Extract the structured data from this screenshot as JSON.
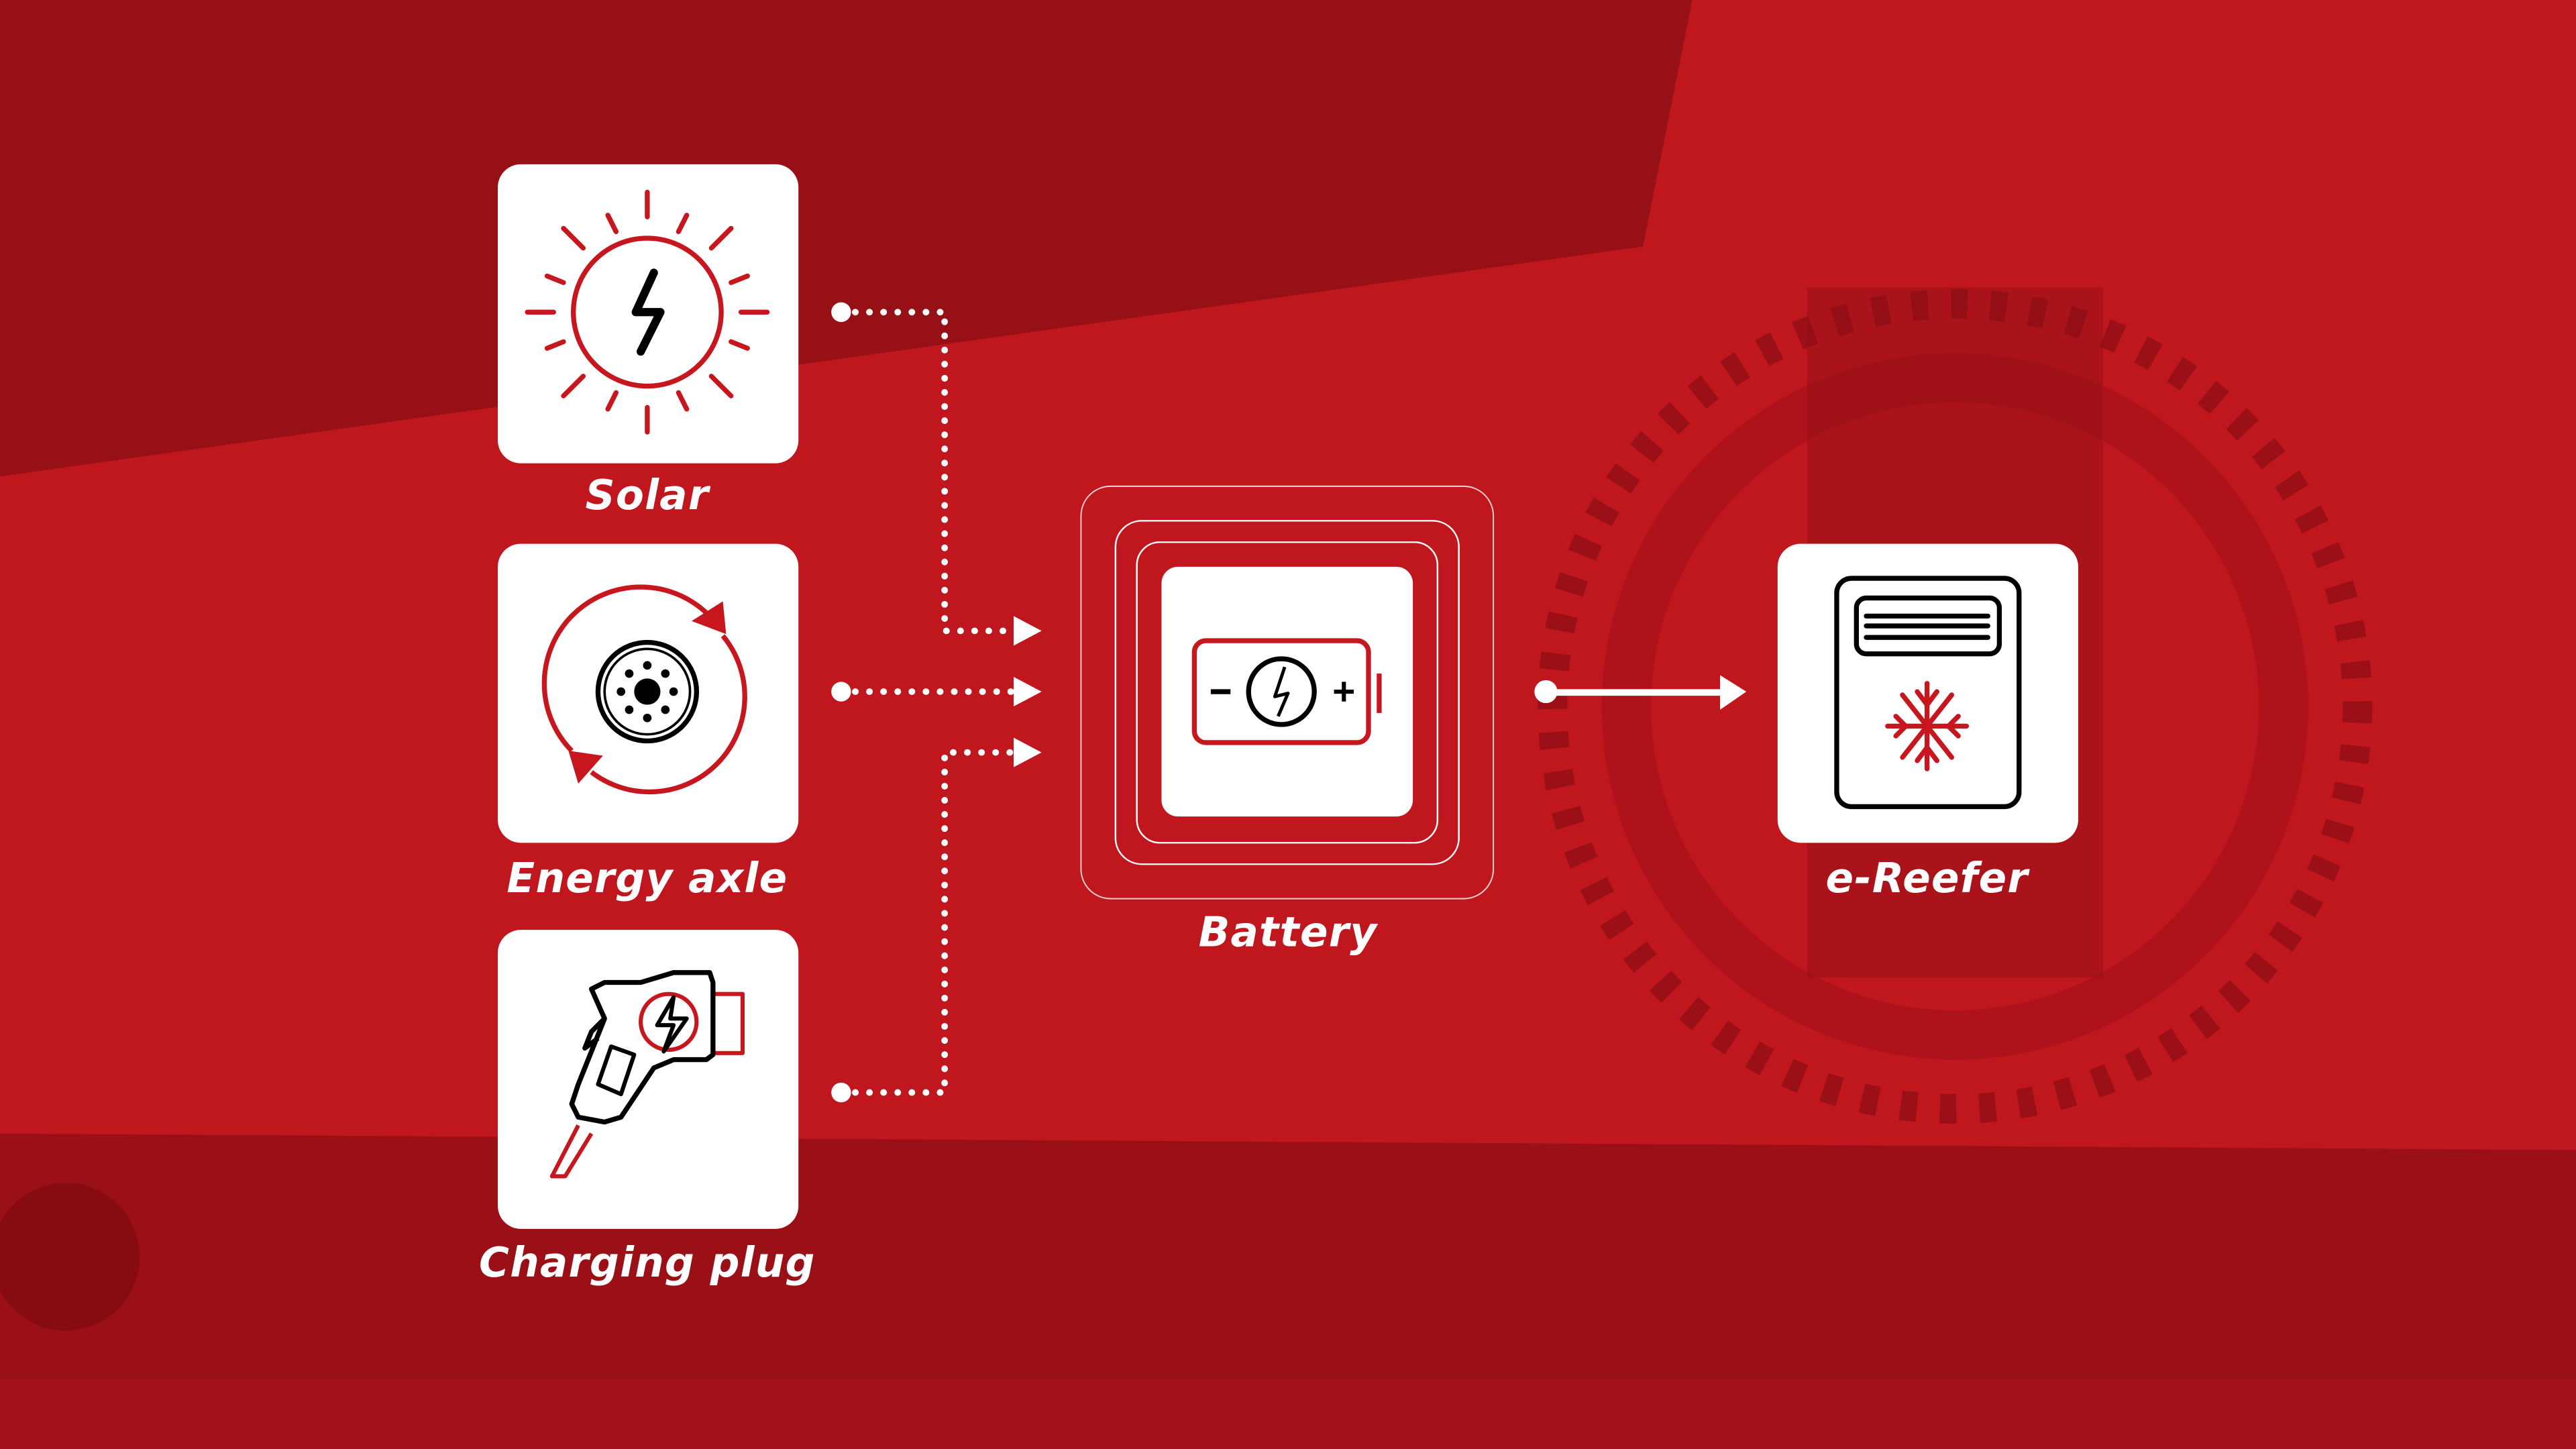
{
  "colors": {
    "background": "#c0161e",
    "dark": "#8f0f14",
    "accent": "#c8161e",
    "card": "#ffffff",
    "ink": "#000000"
  },
  "sources": [
    {
      "label": "Solar",
      "icon": "sun-lightning-icon"
    },
    {
      "label": "Energy axle",
      "icon": "axle-rotation-icon"
    },
    {
      "label": "Charging plug",
      "icon": "ev-charging-plug-icon"
    }
  ],
  "battery": {
    "label": "Battery",
    "icon": "battery-charge-icon"
  },
  "target": {
    "label": "e-Reefer",
    "icon": "refrigeration-unit-icon"
  }
}
